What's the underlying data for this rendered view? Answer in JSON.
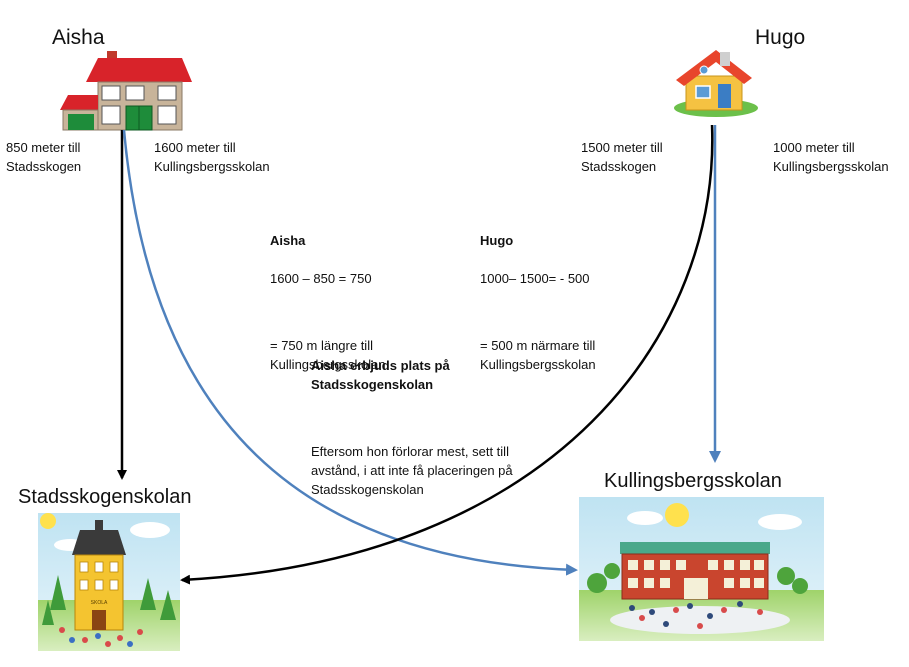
{
  "persons": {
    "aisha": {
      "name": "Aisha",
      "dist_stadsskogen": "850 meter till\nStadsskogen",
      "dist_kullingsberg": "1600 meter till\nKullingsbergsskolan"
    },
    "hugo": {
      "name": "Hugo",
      "dist_stadsskogen": "1500 meter till\nStadsskogen",
      "dist_kullingsberg": "1000 meter till\nKullingsbergsskolan"
    }
  },
  "calc": {
    "aisha": {
      "title": "Aisha",
      "line1": "1600 – 850 = 750",
      "line2": "= 750 m längre till\nKullingsbergsskolan"
    },
    "hugo": {
      "title": "Hugo",
      "line1": "1000– 1500= - 500",
      "line2": "= 500 m närmare till\nKullingsbergsskolan"
    }
  },
  "conclusion": {
    "title": "Aisha erbjuds plats på\nStadsskogenskolan",
    "body": "Eftersom hon förlorar mest, sett till\navstånd, i att inte få placeringen på\nStadsskogenskolan"
  },
  "schools": {
    "left": {
      "name": "Stadsskogenskolan",
      "sign": "SKOLA"
    },
    "right": {
      "name": "Kullingsbergsskolan"
    }
  },
  "colors": {
    "blue_arrow": "#4f81bd",
    "black_arrow": "#000000"
  }
}
